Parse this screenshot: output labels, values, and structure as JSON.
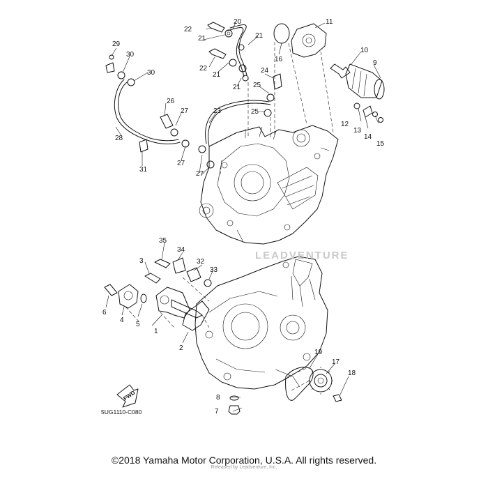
{
  "diagram": {
    "callouts": [
      {
        "id": "1",
        "text": "1"
      },
      {
        "id": "2",
        "text": "2"
      },
      {
        "id": "3",
        "text": "3"
      },
      {
        "id": "4",
        "text": "4"
      },
      {
        "id": "5",
        "text": "5"
      },
      {
        "id": "6",
        "text": "6"
      },
      {
        "id": "7",
        "text": "7"
      },
      {
        "id": "8",
        "text": "8"
      },
      {
        "id": "9",
        "text": "9"
      },
      {
        "id": "10",
        "text": "10"
      },
      {
        "id": "11",
        "text": "11"
      },
      {
        "id": "12",
        "text": "12"
      },
      {
        "id": "13",
        "text": "13"
      },
      {
        "id": "14",
        "text": "14"
      },
      {
        "id": "15",
        "text": "15"
      },
      {
        "id": "16",
        "text": "16"
      },
      {
        "id": "17",
        "text": "17"
      },
      {
        "id": "18",
        "text": "18"
      },
      {
        "id": "19",
        "text": "19"
      },
      {
        "id": "20",
        "text": "20"
      },
      {
        "id": "21a",
        "text": "21"
      },
      {
        "id": "21b",
        "text": "21"
      },
      {
        "id": "21c",
        "text": "21"
      },
      {
        "id": "21d",
        "text": "21"
      },
      {
        "id": "22a",
        "text": "22"
      },
      {
        "id": "22b",
        "text": "22"
      },
      {
        "id": "23",
        "text": "23"
      },
      {
        "id": "24",
        "text": "24"
      },
      {
        "id": "25a",
        "text": "25"
      },
      {
        "id": "25b",
        "text": "25"
      },
      {
        "id": "26",
        "text": "26"
      },
      {
        "id": "27a",
        "text": "27"
      },
      {
        "id": "27b",
        "text": "27"
      },
      {
        "id": "27c",
        "text": "27"
      },
      {
        "id": "28",
        "text": "28"
      },
      {
        "id": "29",
        "text": "29"
      },
      {
        "id": "30a",
        "text": "30"
      },
      {
        "id": "30b",
        "text": "30"
      },
      {
        "id": "31",
        "text": "31"
      },
      {
        "id": "32",
        "text": "32"
      },
      {
        "id": "33",
        "text": "33"
      },
      {
        "id": "34",
        "text": "34"
      },
      {
        "id": "35",
        "text": "35"
      }
    ],
    "diagram_code": "5UG1110-C080",
    "fwd_label": "FWD",
    "watermark": "LEADVENTURE"
  },
  "footer": {
    "copyright": "©2018 Yamaha Motor Corporation, U.S.A. All rights reserved.",
    "released": "Released by Leadventure, Inc."
  },
  "colors": {
    "line": "#111111",
    "watermark": "#c9c9c9",
    "background": "#ffffff"
  }
}
